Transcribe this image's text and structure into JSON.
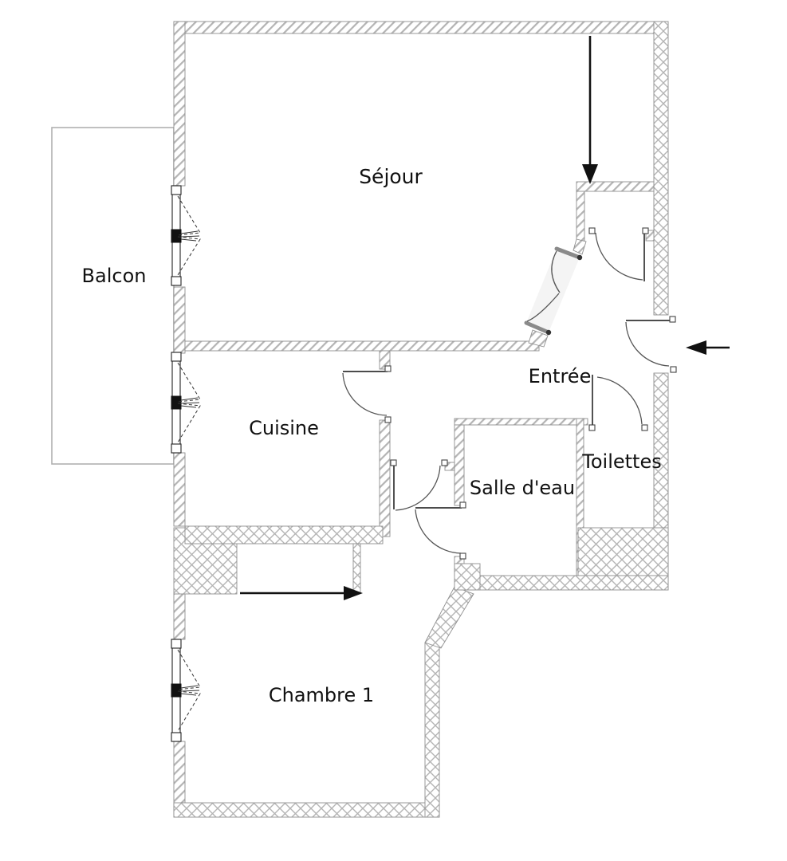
{
  "plan": {
    "rooms": {
      "sejour": "Séjour",
      "balcon": "Balcon",
      "cuisine": "Cuisine",
      "entree": "Entrée",
      "toilettes": "Toilettes",
      "salle_deau": "Salle d'eau",
      "chambre1": "Chambre 1"
    },
    "colors": {
      "wall_hatch": "#b4b4b4",
      "wall_border": "#8f8f8f",
      "balcony": "#b0b0b0",
      "leaf_double": "#8a8a8a",
      "arrow": "#111111",
      "text": "#111111"
    },
    "annotations": {
      "arrows": [
        {
          "name": "arrow-into-sejour",
          "direction": "down"
        },
        {
          "name": "arrow-entry-door",
          "direction": "left"
        },
        {
          "name": "arrow-into-chambre",
          "direction": "right"
        }
      ]
    }
  }
}
